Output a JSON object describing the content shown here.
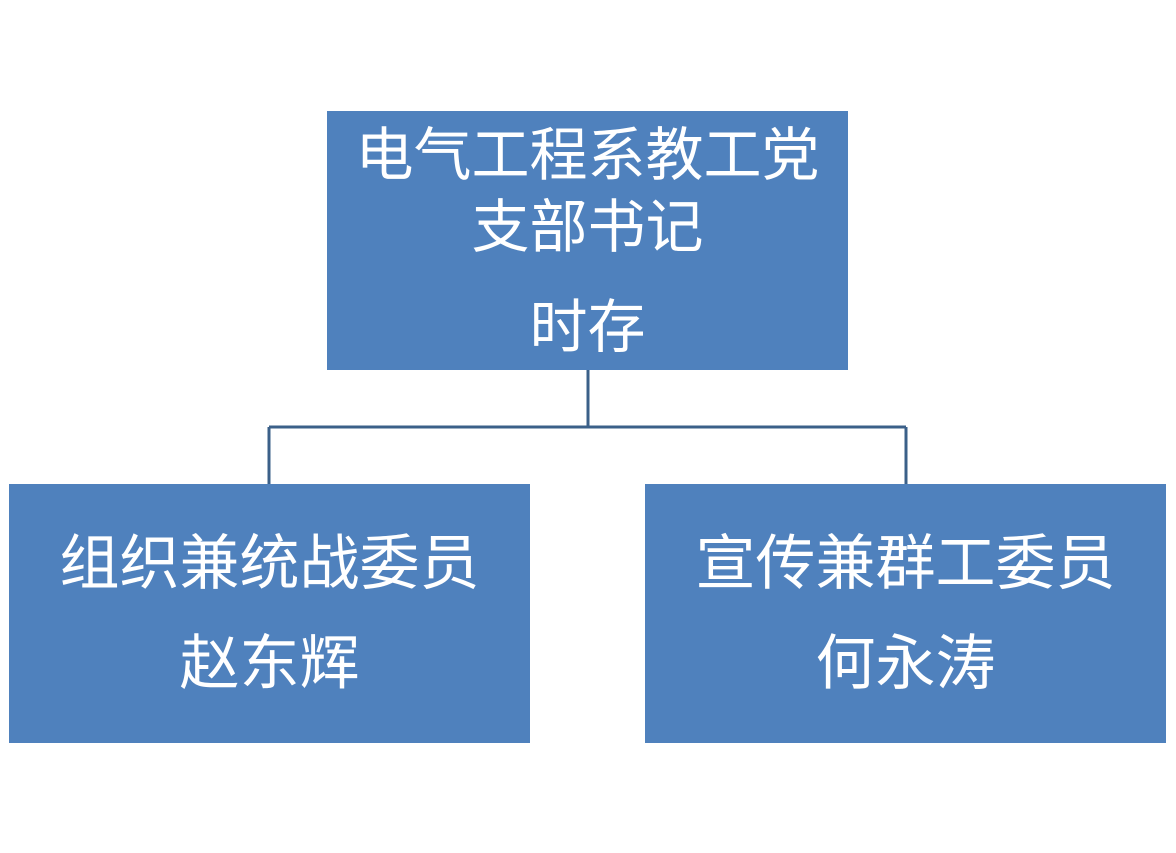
{
  "org_chart": {
    "root": {
      "title": "电气工程系教工党支部书记",
      "name": "时存"
    },
    "children": [
      {
        "title": "组织兼统战委员",
        "name": "赵东辉"
      },
      {
        "title": "宣传兼群工委员",
        "name": "何永涛"
      }
    ],
    "colors": {
      "node_fill": "#4f81bd",
      "node_text": "#ffffff",
      "connector": "#3b6089"
    }
  }
}
